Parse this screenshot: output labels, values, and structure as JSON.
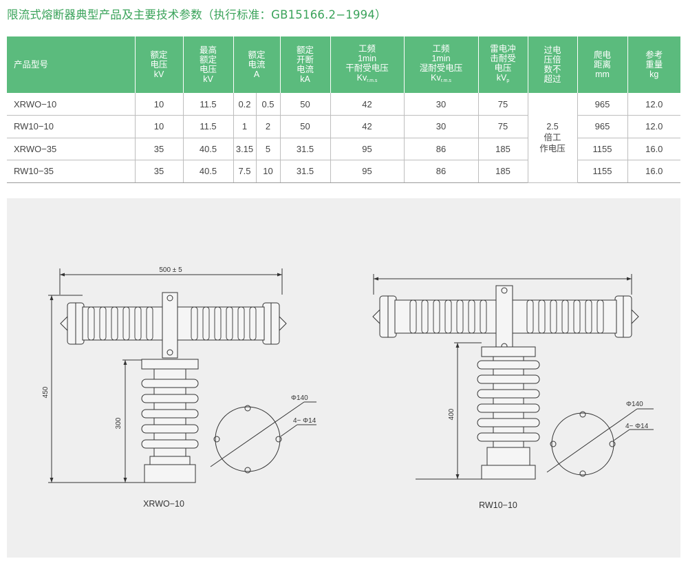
{
  "title": "限流式熔断器典型产品及主要技术参数（执行标准：GB15166.2−1994）",
  "table": {
    "headers": {
      "model": "产品型号",
      "rated_voltage": [
        "额定",
        "电压",
        "kV"
      ],
      "max_rated_voltage": [
        "最高",
        "额定",
        "电压",
        "kV"
      ],
      "rated_current": [
        "额定",
        "电流",
        "A"
      ],
      "rated_breaking_current": [
        "额定",
        "开断",
        "电流",
        "kA"
      ],
      "pf_dry": [
        "工频",
        "1min",
        "干耐受电压",
        "Kv",
        "r.m.s"
      ],
      "pf_wet": [
        "工频",
        "1min",
        "湿耐受电压",
        "Kv",
        "r.m.s"
      ],
      "lightning": [
        "雷电冲",
        "击耐受",
        "电压",
        "kV",
        "p"
      ],
      "overvoltage": [
        "过电",
        "压倍",
        "数不",
        "超过"
      ],
      "creepage": [
        "爬电",
        "距离",
        "mm"
      ],
      "weight": [
        "参考",
        "重量",
        "kg"
      ]
    },
    "rows": [
      {
        "model": "XRWO−10",
        "rated_voltage": "10",
        "max_voltage": "11.5",
        "current_a": "0.2",
        "current_b": "0.5",
        "breaking": "50",
        "dry": "42",
        "wet": "30",
        "lightning": "75",
        "creepage": "965",
        "weight": "12.0"
      },
      {
        "model": "RW10−10",
        "rated_voltage": "10",
        "max_voltage": "11.5",
        "current_a": "1",
        "current_b": "2",
        "breaking": "50",
        "dry": "42",
        "wet": "30",
        "lightning": "75",
        "creepage": "965",
        "weight": "12.0"
      },
      {
        "model": "XRWO−35",
        "rated_voltage": "35",
        "max_voltage": "40.5",
        "current_a": "3.15",
        "current_b": "5",
        "breaking": "31.5",
        "dry": "95",
        "wet": "86",
        "lightning": "185",
        "creepage": "1155",
        "weight": "16.0"
      },
      {
        "model": "RW10−35",
        "rated_voltage": "35",
        "max_voltage": "40.5",
        "current_a": "7.5",
        "current_b": "10",
        "breaking": "31.5",
        "dry": "95",
        "wet": "86",
        "lightning": "185",
        "creepage": "1155",
        "weight": "16.0"
      }
    ],
    "overvoltage_value": [
      "2.5",
      "倍工",
      "作电压"
    ]
  },
  "drawings": {
    "left": {
      "caption": "XRWO−10",
      "dim_width": "500 ± 5",
      "dim_total_height": "450",
      "dim_support_height": "300",
      "dim_diameter": "Φ140",
      "dim_holes": "4− Φ14"
    },
    "right": {
      "caption": "RW10−10",
      "dim_height": "400",
      "dim_diameter": "Φ140",
      "dim_holes": "4− Φ14"
    }
  },
  "colors": {
    "title": "#3aa35a",
    "header_bg": "#5bbb7d",
    "panel_bg": "#efefef"
  }
}
